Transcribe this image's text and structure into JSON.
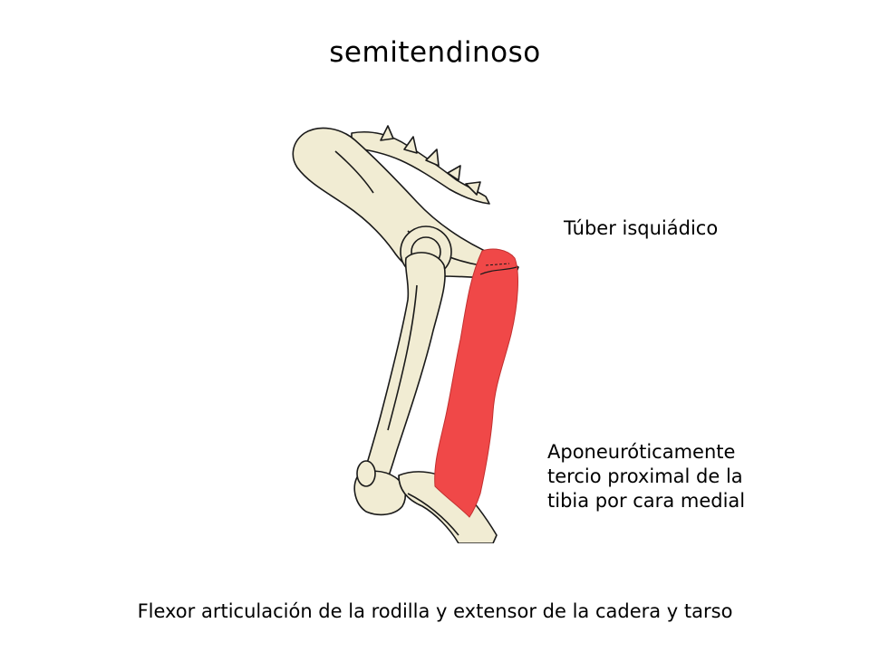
{
  "slide": {
    "title": "semitendinoso",
    "origin_label": "Túber isquiádico",
    "insertion_lines": [
      "Aponeuróticamente",
      "tercio proximal de la",
      "tibia por cara medial"
    ],
    "function_caption": "Flexor articulación de la rodilla y extensor de la cadera y tarso"
  },
  "colors": {
    "bone_fill": "#f1ecd3",
    "bone_outline": "#1a1a1a",
    "muscle_fill": "#f04848",
    "background": "#ffffff"
  }
}
